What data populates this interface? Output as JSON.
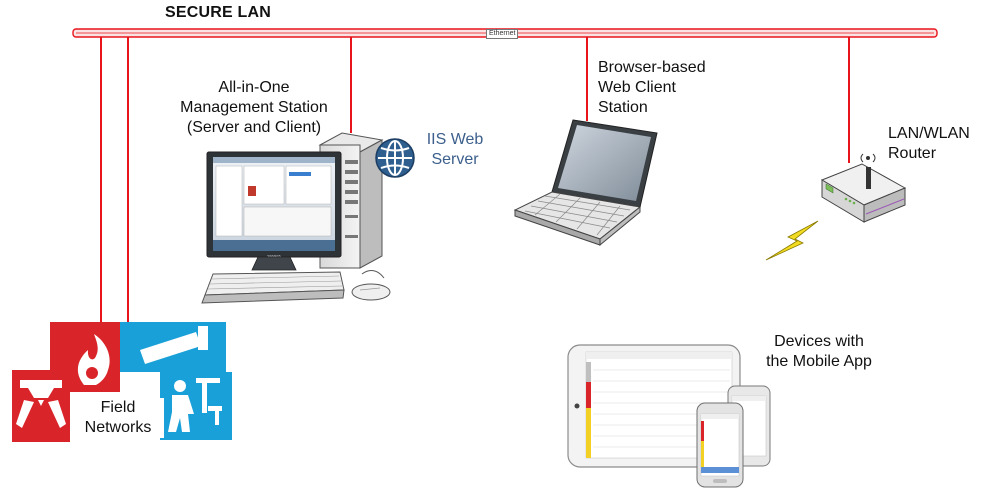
{
  "title": "SECURE LAN",
  "ethernet_label": "Ethernet",
  "colors": {
    "lan_line": "#e8141b",
    "ethernet_bus_fill": "#fbe3e3",
    "fire_red": "#d9252a",
    "security_blue": "#1aa0d8",
    "iis_blue": "#3c5f8c",
    "lightning_yellow": "#f2dc22"
  },
  "nodes": {
    "management_station": {
      "label_lines": [
        "All-in-One",
        "Management Station",
        "(Server and Client)"
      ],
      "icon": "desktop-workstation-icon"
    },
    "iis": {
      "label_lines": [
        "IIS Web",
        "Server"
      ],
      "icon": "globe-icon"
    },
    "web_client": {
      "label_lines": [
        "Browser-based",
        "Web Client",
        "Station"
      ],
      "icon": "laptop-icon"
    },
    "router": {
      "label_lines": [
        "LAN/WLAN",
        "Router"
      ],
      "icon": "wireless-router-icon"
    },
    "mobile": {
      "label_lines": [
        "Devices with",
        "the Mobile App"
      ],
      "icon": "tablet-and-phones-icon"
    },
    "field_networks": {
      "label_lines": [
        "Field",
        "Networks"
      ],
      "icons": [
        "fire-detector-icon",
        "security-camera-icon",
        "access-control-icon"
      ]
    },
    "wireless_link": {
      "icon": "lightning-bolt-icon"
    }
  }
}
